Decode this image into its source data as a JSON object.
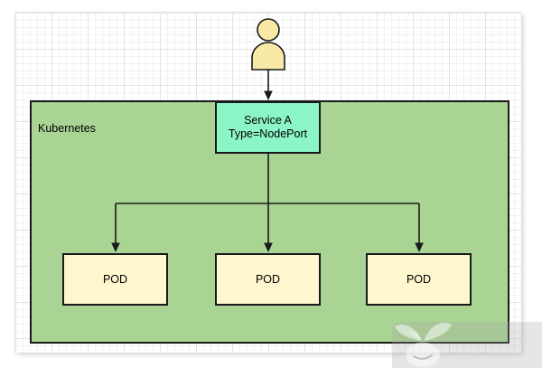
{
  "diagram": {
    "cluster_label": "Kubernetes",
    "service": {
      "label_line1": "Service A",
      "label_line2": "Type=NodePort"
    },
    "pods": [
      {
        "label": "POD"
      },
      {
        "label": "POD"
      },
      {
        "label": "POD"
      }
    ],
    "colors": {
      "cluster_fill": "#A9D494",
      "service_fill": "#8BF5C8",
      "pod_fill": "#FDF6CE",
      "actor_fill": "#F8E9A7",
      "stroke": "#1A1A1A"
    },
    "icons": {
      "actor": "user-icon",
      "watermark": "mascot-watermark-icon"
    }
  }
}
